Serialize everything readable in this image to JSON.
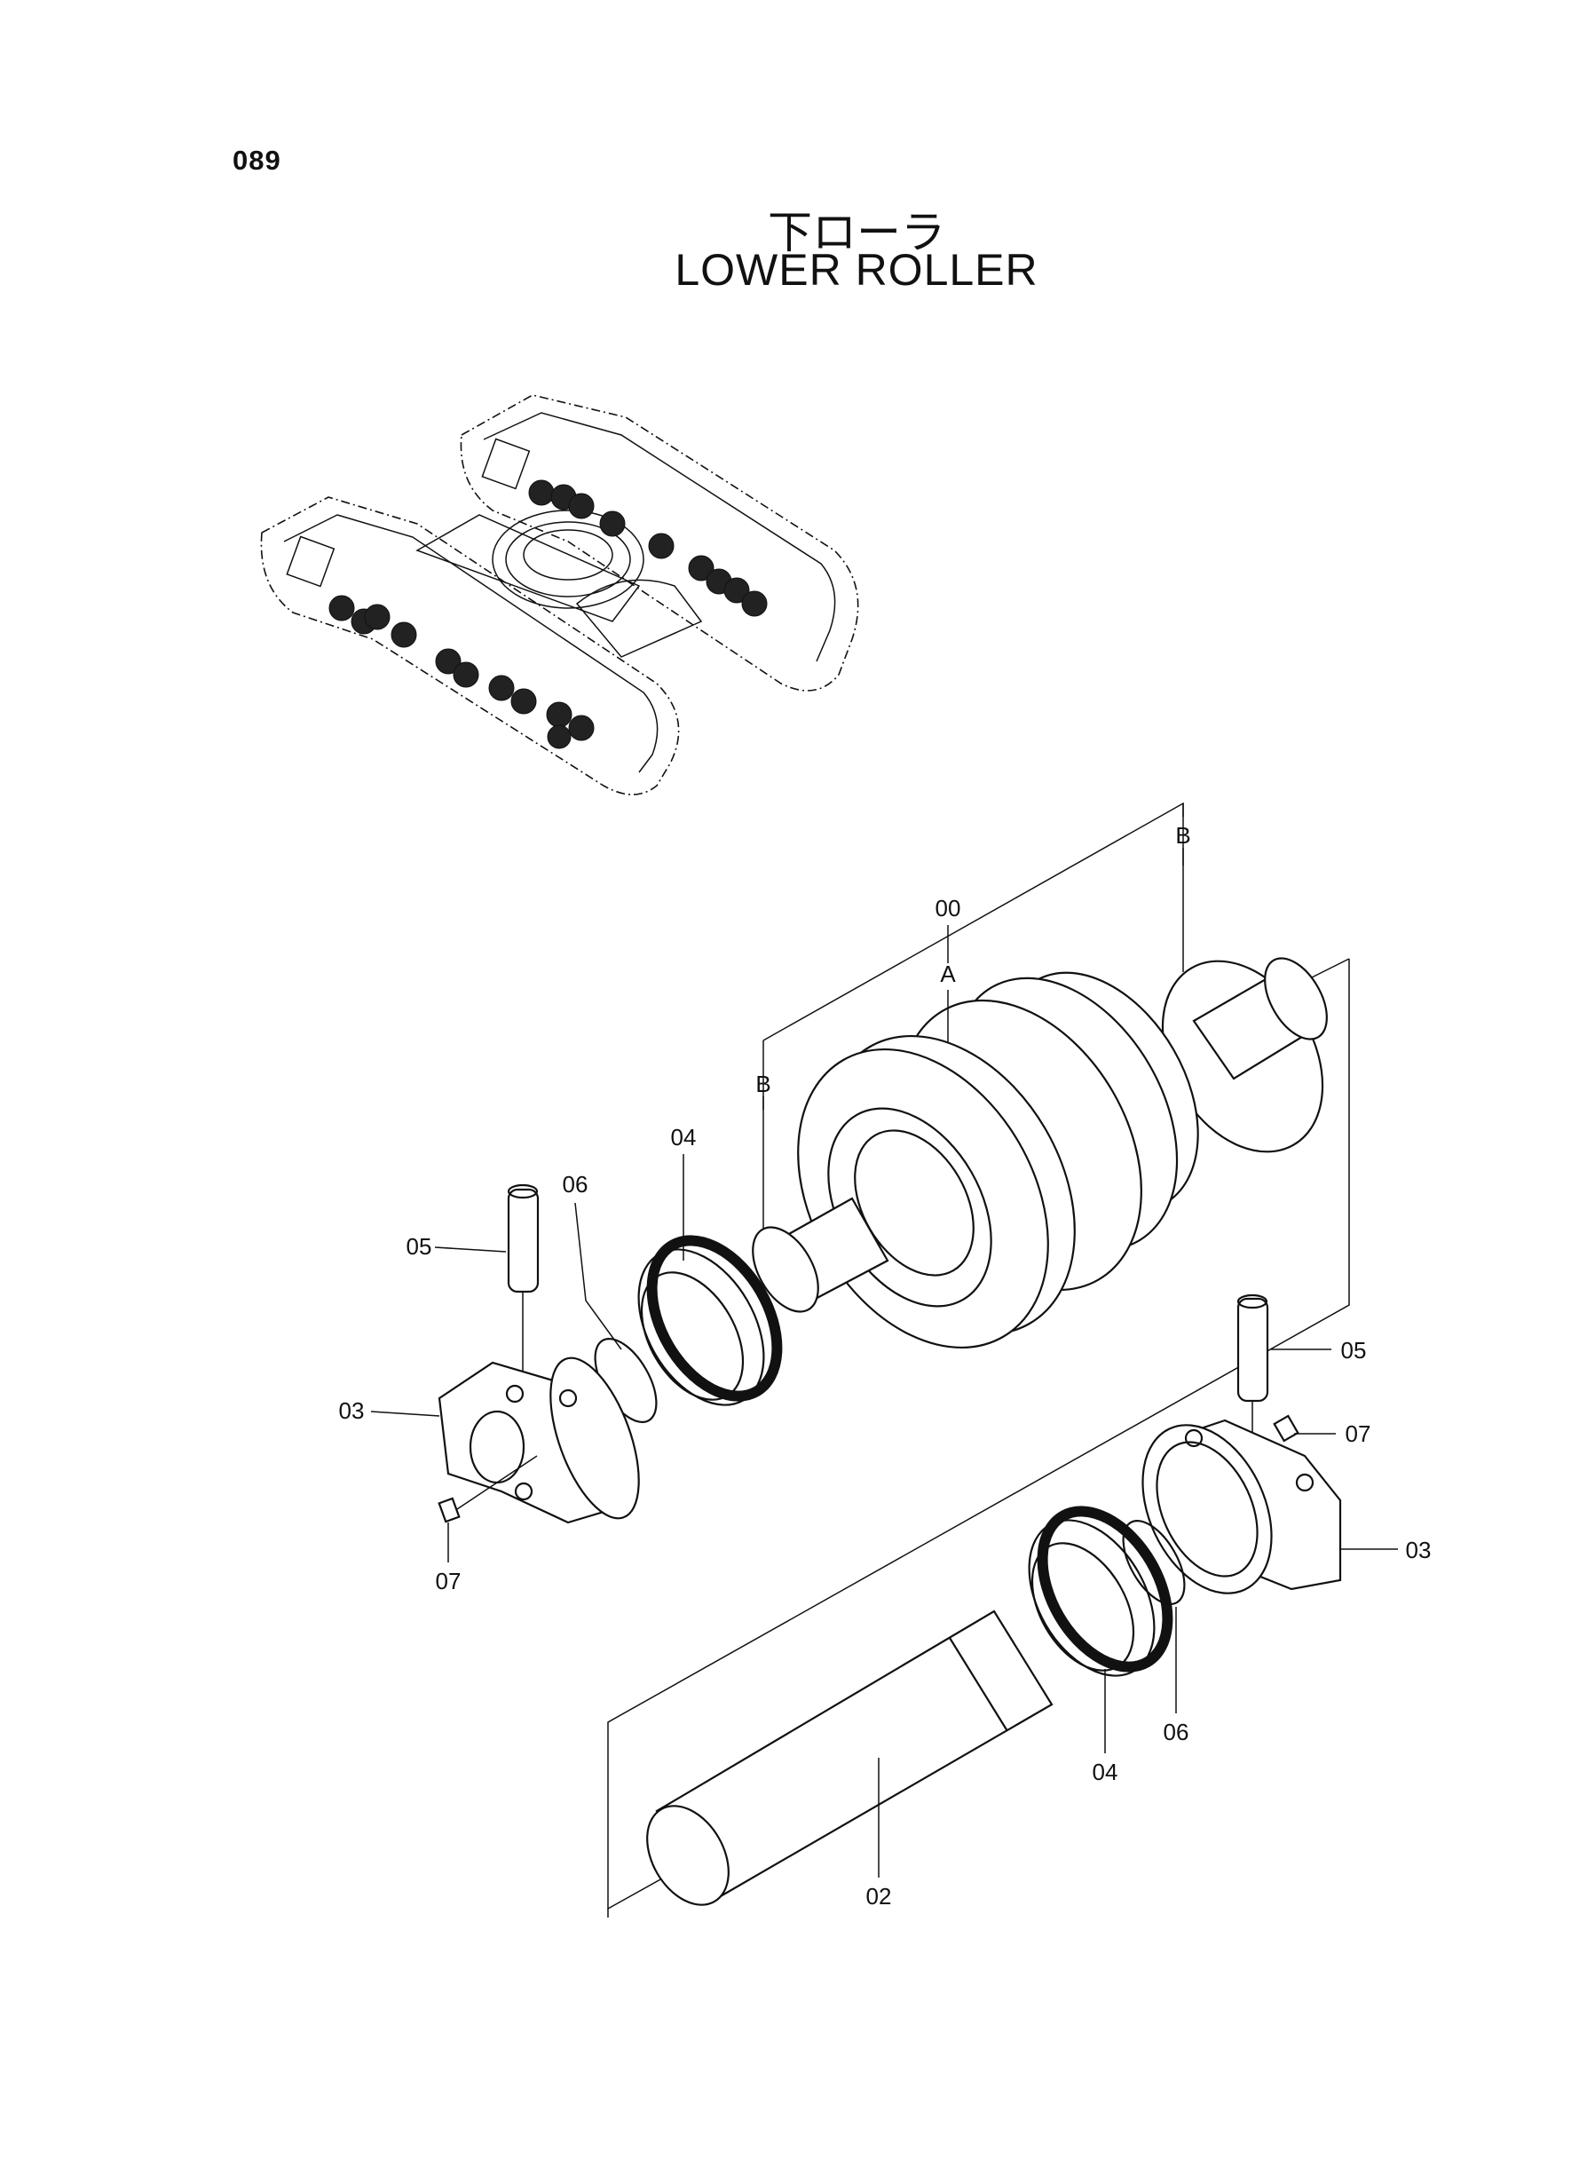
{
  "page_number": "089",
  "title_ja": "下ローラ",
  "title_en": "LOWER ROLLER",
  "callouts": {
    "assembly": "00",
    "section_a": "A",
    "section_b_right": "B",
    "section_b_left": "B",
    "shaft": "02",
    "collar_left": "03",
    "collar_right": "03",
    "seal_left": "04",
    "seal_right": "04",
    "pin_left": "05",
    "pin_right": "05",
    "o_ring_left": "06",
    "o_ring_right": "06",
    "plug_left": "07",
    "plug_right": "07"
  }
}
